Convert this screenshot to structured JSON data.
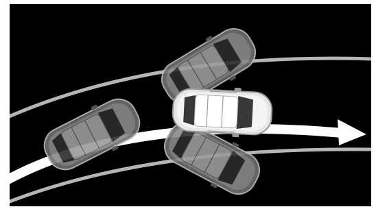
{
  "scene": {
    "background_color": "#000000",
    "frame_color": "#ffffff",
    "lane_line_color": "#b5b5b5",
    "path_arrow_color": "#ffffff",
    "car_colors": {
      "ghost_body": "#7a7a7a",
      "ghost_roof": "#9a9a9a",
      "ghost_glass": "#2a2a2a",
      "main_body": "#eeeeee",
      "main_roof": "#ffffff",
      "main_glass": "#3a3a3a"
    },
    "cars": [
      {
        "role": "ghost-rear-left",
        "icon": "sedan-top-view"
      },
      {
        "role": "ghost-upper",
        "icon": "sedan-top-view"
      },
      {
        "role": "ghost-lower",
        "icon": "sedan-top-view"
      },
      {
        "role": "main-vehicle",
        "icon": "sedan-top-view"
      }
    ],
    "arrow_icon": "curved-path-arrow"
  }
}
